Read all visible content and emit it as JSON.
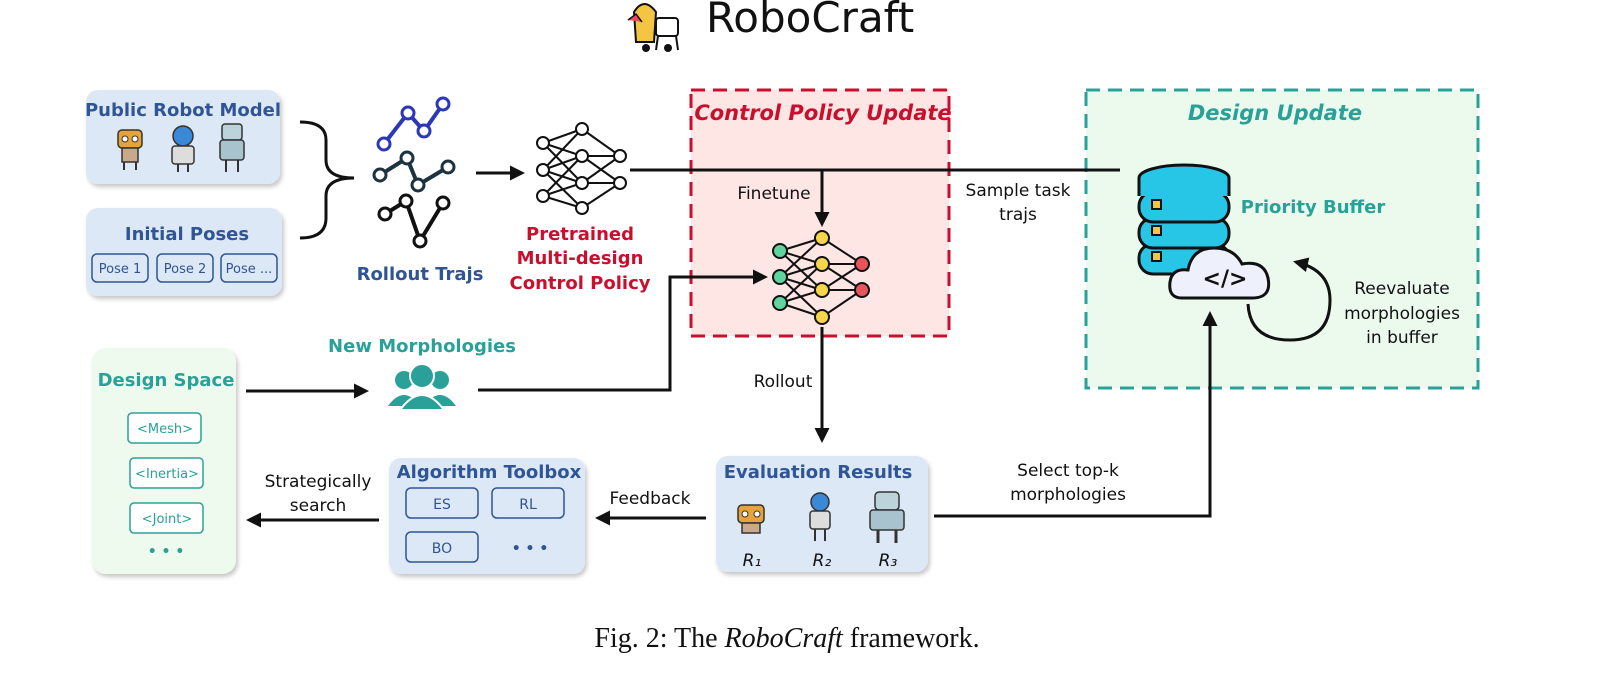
{
  "header": {
    "title": "RoboCraft"
  },
  "colors": {
    "navy": "#2f5595",
    "teal": "#2aa198",
    "red": "#c8102e",
    "panel_blue": "#dde8f6",
    "panel_green": "#eefaee",
    "update_red_bg": "#fde6e4",
    "update_green_bg": "#ecfaee",
    "node_yellow": "#f7d64a",
    "node_green": "#5fd3a0",
    "node_red": "#e8545c",
    "db_cyan": "#28c6e6"
  },
  "public_robot_model": {
    "title": "Public Robot Model"
  },
  "initial_poses": {
    "title": "Initial Poses",
    "poses": [
      "Pose 1",
      "Pose 2",
      "Pose ..."
    ]
  },
  "rollout_trajs": {
    "label": "Rollout Trajs"
  },
  "pretrained": {
    "lines": [
      "Pretrained",
      "Multi-design",
      "Control Policy"
    ]
  },
  "control_update": {
    "title": "Control Policy Update",
    "finetune": "Finetune"
  },
  "design_update": {
    "title": "Design Update",
    "buffer": "Priority Buffer",
    "code": "</>",
    "reevaluate": [
      "Reevaluate",
      "morphologies",
      "in buffer"
    ]
  },
  "edges": {
    "sample": [
      "Sample task",
      "trajs"
    ],
    "rollout": "Rollout",
    "select": [
      "Select top-k",
      "morphologies"
    ],
    "feedback": "Feedback",
    "search": [
      "Strategically",
      "search"
    ]
  },
  "new_morph": {
    "label": "New Morphologies"
  },
  "design_space": {
    "title": "Design Space",
    "items": [
      "<Mesh>",
      "<Inertia>",
      "<Joint>"
    ],
    "more": "• • •"
  },
  "toolbox": {
    "title": "Algorithm Toolbox",
    "items": [
      "ES",
      "RL",
      "BO"
    ],
    "more": "• • •"
  },
  "evaluation": {
    "title": "Evaluation Results",
    "results": [
      "R₁",
      "R₂",
      "R₃"
    ]
  },
  "caption": {
    "prefix": "Fig. 2: The ",
    "emph": "RoboCraft",
    "suffix": " framework."
  }
}
